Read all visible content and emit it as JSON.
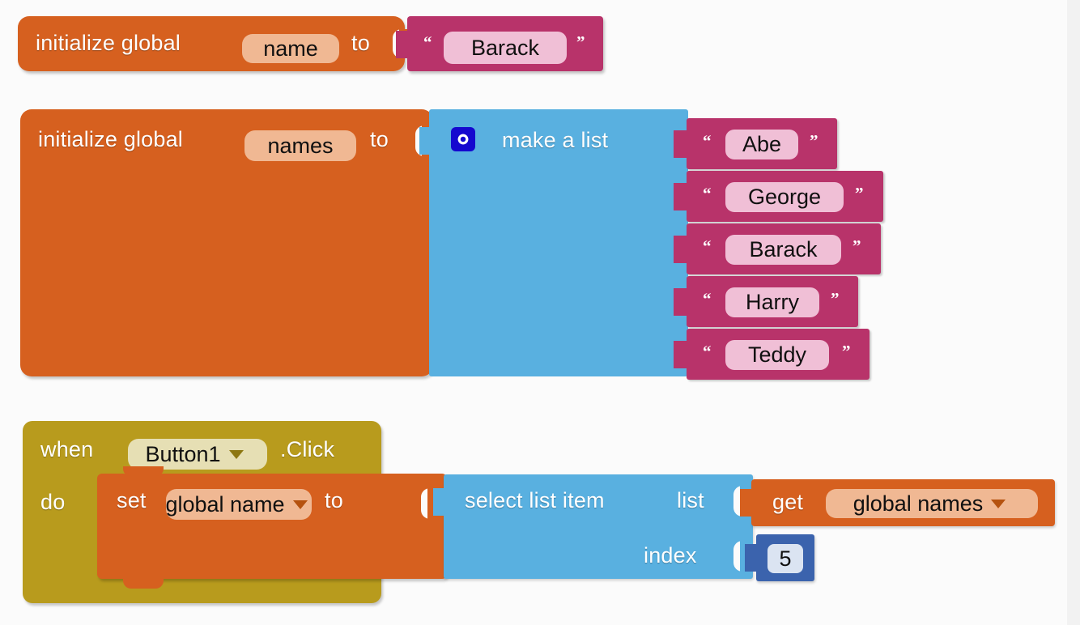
{
  "app": {
    "name": "MIT App Inventor Blocks Editor",
    "background_color": "#fbfbfb"
  },
  "palette": {
    "variable_orange": "#d6601f",
    "variable_orange_light": "#dd6f2d",
    "list_blue": "#59b0e0",
    "text_magenta": "#b8336a",
    "event_olive": "#b89b1d",
    "math_navy": "#3b63ad",
    "mutator_icon_blue": "#1508cf",
    "field_orange": "#f0b893",
    "field_magenta": "#f0bfd6",
    "field_olive": "#e6dfb4",
    "field_navy": "#dbe4f2"
  },
  "blocks": {
    "init_name": {
      "kw_initialize": "initialize global",
      "var_name": "name",
      "kw_to": "to",
      "value_open_quote": "“",
      "value": "Barack",
      "value_close_quote": "”"
    },
    "init_names": {
      "kw_initialize": "initialize global",
      "var_name": "names",
      "kw_to": "to",
      "mutator_icon": "gear-icon",
      "make_a_list_label": "make a list",
      "items": [
        {
          "open_quote": "“",
          "text": "Abe",
          "close_quote": "”"
        },
        {
          "open_quote": "“",
          "text": "George",
          "close_quote": "”"
        },
        {
          "open_quote": "“",
          "text": "Barack",
          "close_quote": "”"
        },
        {
          "open_quote": "“",
          "text": "Harry",
          "close_quote": "”"
        },
        {
          "open_quote": "“",
          "text": "Teddy",
          "close_quote": "”"
        }
      ]
    },
    "event": {
      "kw_when": "when",
      "component": "Button1",
      "event_name": ".Click",
      "kw_do": "do",
      "set_block": {
        "kw_set": "set",
        "target_variable": "global name",
        "kw_to": "to"
      },
      "select_block": {
        "label": "select list item",
        "list_socket_label": "list",
        "index_socket_label": "index",
        "list_value": {
          "kw_get": "get",
          "variable": "global names"
        },
        "index_value": "5"
      }
    }
  }
}
